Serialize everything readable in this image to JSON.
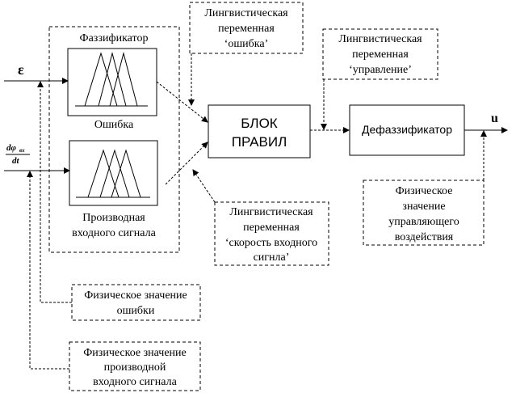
{
  "fuzzifier": {
    "title": "Фаззификатор"
  },
  "mf_error": {
    "label": "Ошибка"
  },
  "mf_derivative": {
    "label_line1": "Производная",
    "label_line2": "входного сигнала"
  },
  "rule_block": {
    "line1": "БЛОК",
    "line2": "ПРАВИЛ"
  },
  "defuzzifier": {
    "label": "Дефаззификатор"
  },
  "inputs": {
    "epsilon": "ε",
    "deriv_num": "dφ",
    "deriv_sub": "вх",
    "deriv_den": "dt"
  },
  "output": {
    "label": "u"
  },
  "notes": {
    "ling_error": [
      "Лингвистическая",
      "переменная",
      "‘ошибка’"
    ],
    "ling_control": [
      "Лингвистическая",
      "переменная",
      "‘управление’"
    ],
    "ling_speed": [
      "Лингвистическая",
      "переменная",
      "‘скорость входного",
      "сигнла’"
    ],
    "phys_error": [
      "Физическое значение",
      "ошибки"
    ],
    "phys_derivative": [
      "Физическое значение",
      "производной",
      "входного сигнала"
    ],
    "phys_control": [
      "Физическое",
      "значение",
      "управляющего",
      "воздействия"
    ]
  }
}
